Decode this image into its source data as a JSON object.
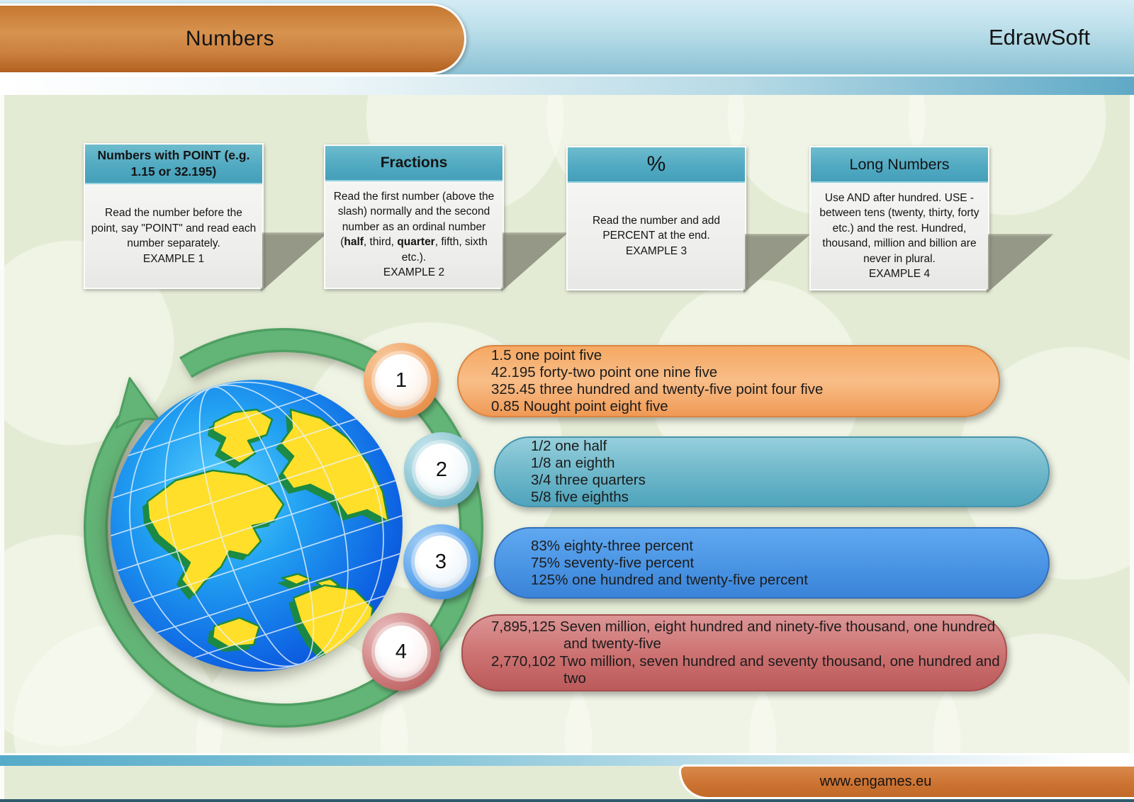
{
  "header": {
    "title": "Numbers",
    "brand": "EdrawSoft"
  },
  "footer": {
    "url": "www.engames.eu"
  },
  "palette": {
    "header_banner_orange": "#c5772f",
    "header_bg_blue": "#9ecbdb",
    "content_bg_green": "#e4ebd5",
    "card_header_teal": "#4fa8c0",
    "row1_orange": "#f2a561",
    "row2_teal": "#64b0c4",
    "row3_blue": "#4690e2",
    "row4_red": "#c96666",
    "orbit_green": "#63b577",
    "globe_ocean_blue": "#1763e0",
    "globe_land_yellow": "#ffdf29",
    "bottom_bar_dark": "#2e5a6d"
  },
  "cards": [
    {
      "title": "Numbers with POINT (e.g. 1.15 or 32.195)",
      "body": [
        {
          "t": "Read the number before the point, say \"POINT\" and read each number separately.",
          "b": false
        }
      ],
      "example": "EXAMPLE 1"
    },
    {
      "title": "Fractions",
      "body": [
        {
          "t": "Read the first number (above the slash) normally and the second number as an ordinal number (",
          "b": false
        },
        {
          "t": "half",
          "b": true
        },
        {
          "t": ", third, ",
          "b": false
        },
        {
          "t": "quarter",
          "b": true
        },
        {
          "t": ", fifth, sixth etc.).",
          "b": false
        }
      ],
      "example": "EXAMPLE 2"
    },
    {
      "title": "%",
      "body": [
        {
          "t": "Read the number and add PERCENT at the end.",
          "b": false
        }
      ],
      "example": "EXAMPLE 3"
    },
    {
      "title": "Long Numbers",
      "body": [
        {
          "t": "Use AND after hundred. USE - between tens (twenty, thirty, forty etc.) and the rest. Hundred, thousand, million and billion are never in plural.",
          "b": false
        }
      ],
      "example": "EXAMPLE 4"
    }
  ],
  "example_rows": [
    {
      "number": "1",
      "theme": "orange",
      "color": "#f2a561",
      "lines": [
        "1.5 one point five",
        "42.195 forty-two point one nine five",
        "325.45 three hundred and twenty-five point four five",
        "0.85 Nought point eight five"
      ]
    },
    {
      "number": "2",
      "theme": "teal",
      "color": "#64b0c4",
      "lines": [
        "1/2 one half",
        "1/8 an eighth",
        "3/4 three quarters",
        "5/8 five eighths"
      ]
    },
    {
      "number": "3",
      "theme": "blue",
      "color": "#4690e2",
      "lines": [
        "83% eighty-three percent",
        "75% seventy-five percent",
        "125% one hundred and twenty-five percent"
      ]
    },
    {
      "number": "4",
      "theme": "red",
      "color": "#c96666",
      "lines": [
        "7,895,125 Seven million, eight hundred and ninety-five thousand, one hundred and twenty-five",
        "2,770,102 Two million, seven hundred and seventy thousand, one hundred and two"
      ]
    }
  ]
}
